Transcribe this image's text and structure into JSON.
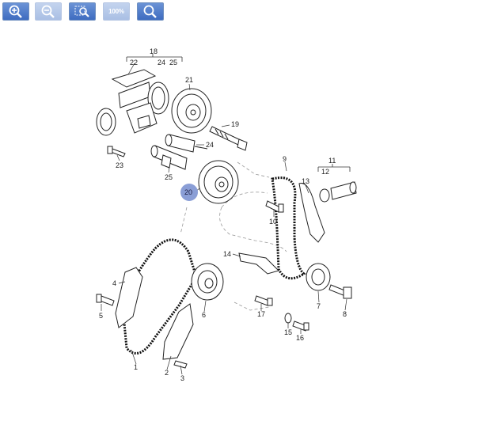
{
  "toolbar": {
    "buttons": [
      {
        "name": "zoom-in-button",
        "icon": "zoom-in-icon",
        "enabled": true
      },
      {
        "name": "zoom-out-button",
        "icon": "zoom-out-icon",
        "enabled": false
      },
      {
        "name": "zoom-to-area-button",
        "icon": "zoom-area-icon",
        "enabled": true
      },
      {
        "name": "zoom-100-button",
        "icon": "zoom-100-icon",
        "enabled": false,
        "label": "100%"
      },
      {
        "name": "search-button",
        "icon": "search-icon",
        "enabled": true
      }
    ]
  },
  "diagram": {
    "part_labels": {
      "l1": "1",
      "l2": "2",
      "l3": "3",
      "l4": "4",
      "l5": "5",
      "l6": "6",
      "l7": "7",
      "l8": "8",
      "l9": "9",
      "l10": "10",
      "l11": "11",
      "l12": "12",
      "l13": "13",
      "l14": "14",
      "l15": "15",
      "l16": "16",
      "l17": "17",
      "l18": "18",
      "l19": "19",
      "l21": "21",
      "l22": "22",
      "l23": "23",
      "l24a": "24",
      "l24b": "24",
      "l25a": "25",
      "l25b": "25"
    },
    "selected_marker": {
      "label": "20",
      "color": "#8a9ed6"
    }
  }
}
